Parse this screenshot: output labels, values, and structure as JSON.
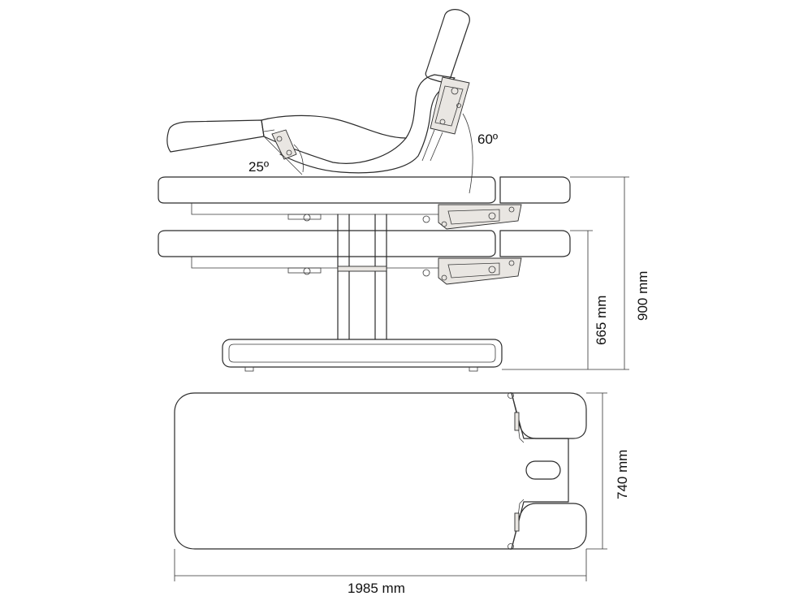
{
  "labels": {
    "back_angle": "60º",
    "leg_angle": "25º",
    "max_height": "900 mm",
    "min_height": "665 mm",
    "width": "740 mm",
    "length": "1985 mm"
  }
}
